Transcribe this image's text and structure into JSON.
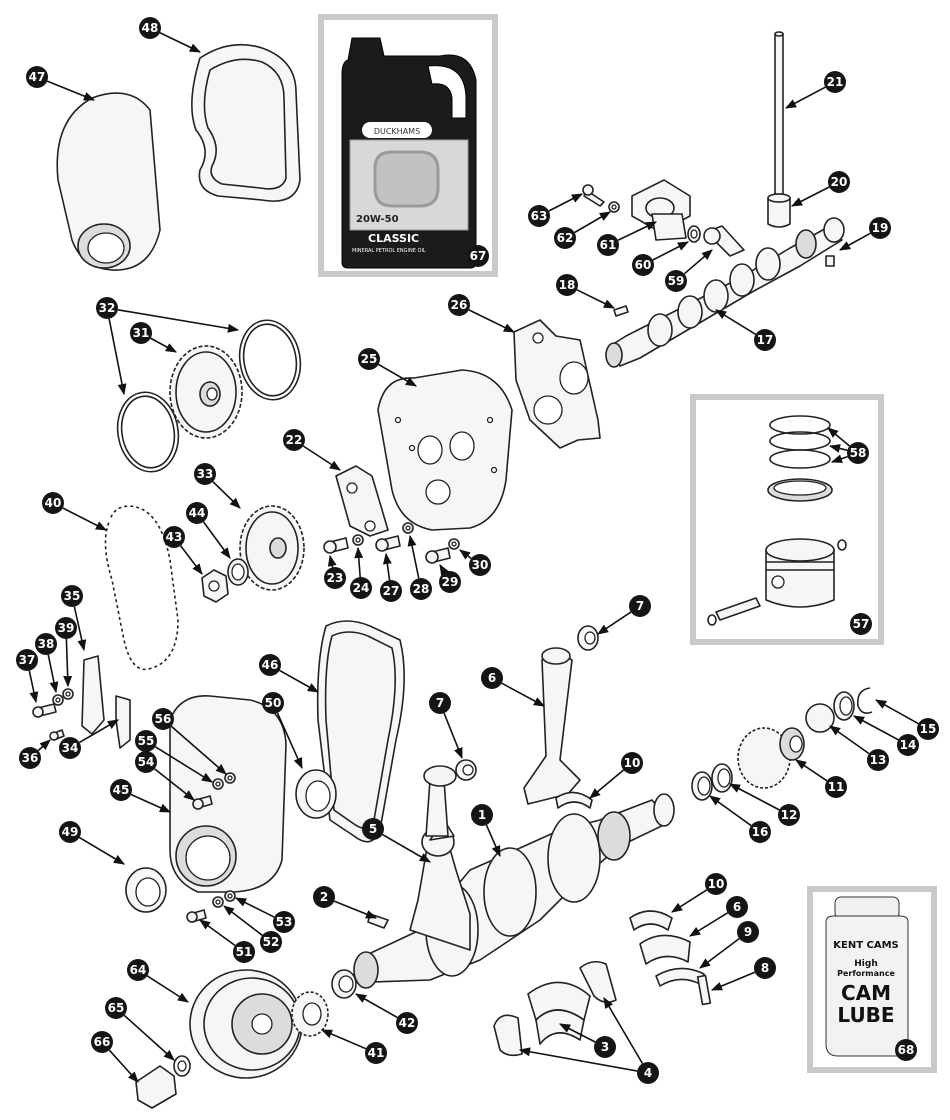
{
  "palette": {
    "ink": "#151515",
    "inset_border": "#c9c9c9",
    "bottle": "#1b1b1b",
    "bottle_label": "#d8d8d8",
    "lube_body": "#f2f2f2"
  },
  "oil_bottle": {
    "brand": "DUCKHAMS",
    "grade": "20W-50",
    "line1": "CLASSIC",
    "line2": "MINERAL PETROL ENGINE OIL"
  },
  "cam_lube": {
    "brand": "KENT CAMS",
    "line1": "High",
    "line2": "Performance",
    "line3": "CAM",
    "line4": "LUBE"
  },
  "callouts": [
    {
      "id": "c1",
      "label": "1"
    },
    {
      "id": "c2",
      "label": "2"
    },
    {
      "id": "c3",
      "label": "3"
    },
    {
      "id": "c4",
      "label": "4"
    },
    {
      "id": "c5",
      "label": "5"
    },
    {
      "id": "c6a",
      "label": "6"
    },
    {
      "id": "c6b",
      "label": "6"
    },
    {
      "id": "c7a",
      "label": "7"
    },
    {
      "id": "c7b",
      "label": "7"
    },
    {
      "id": "c8",
      "label": "8"
    },
    {
      "id": "c9",
      "label": "9"
    },
    {
      "id": "c10a",
      "label": "10"
    },
    {
      "id": "c10b",
      "label": "10"
    },
    {
      "id": "c11",
      "label": "11"
    },
    {
      "id": "c12",
      "label": "12"
    },
    {
      "id": "c13",
      "label": "13"
    },
    {
      "id": "c14",
      "label": "14"
    },
    {
      "id": "c15",
      "label": "15"
    },
    {
      "id": "c16",
      "label": "16"
    },
    {
      "id": "c17",
      "label": "17"
    },
    {
      "id": "c18",
      "label": "18"
    },
    {
      "id": "c19",
      "label": "19"
    },
    {
      "id": "c20",
      "label": "20"
    },
    {
      "id": "c21",
      "label": "21"
    },
    {
      "id": "c22",
      "label": "22"
    },
    {
      "id": "c23",
      "label": "23"
    },
    {
      "id": "c24",
      "label": "24"
    },
    {
      "id": "c25",
      "label": "25"
    },
    {
      "id": "c26",
      "label": "26"
    },
    {
      "id": "c27",
      "label": "27"
    },
    {
      "id": "c28",
      "label": "28"
    },
    {
      "id": "c29",
      "label": "29"
    },
    {
      "id": "c30",
      "label": "30"
    },
    {
      "id": "c31",
      "label": "31"
    },
    {
      "id": "c32",
      "label": "32"
    },
    {
      "id": "c33",
      "label": "33"
    },
    {
      "id": "c34",
      "label": "34"
    },
    {
      "id": "c35",
      "label": "35"
    },
    {
      "id": "c36",
      "label": "36"
    },
    {
      "id": "c37",
      "label": "37"
    },
    {
      "id": "c38",
      "label": "38"
    },
    {
      "id": "c39",
      "label": "39"
    },
    {
      "id": "c40",
      "label": "40"
    },
    {
      "id": "c41",
      "label": "41"
    },
    {
      "id": "c42",
      "label": "42"
    },
    {
      "id": "c43",
      "label": "43"
    },
    {
      "id": "c44",
      "label": "44"
    },
    {
      "id": "c45",
      "label": "45"
    },
    {
      "id": "c46",
      "label": "46"
    },
    {
      "id": "c47",
      "label": "47"
    },
    {
      "id": "c48",
      "label": "48"
    },
    {
      "id": "c49",
      "label": "49"
    },
    {
      "id": "c50",
      "label": "50"
    },
    {
      "id": "c51",
      "label": "51"
    },
    {
      "id": "c52",
      "label": "52"
    },
    {
      "id": "c53",
      "label": "53"
    },
    {
      "id": "c54",
      "label": "54"
    },
    {
      "id": "c55",
      "label": "55"
    },
    {
      "id": "c56",
      "label": "56"
    },
    {
      "id": "c57",
      "label": "57"
    },
    {
      "id": "c58",
      "label": "58"
    },
    {
      "id": "c59",
      "label": "59"
    },
    {
      "id": "c60",
      "label": "60"
    },
    {
      "id": "c61",
      "label": "61"
    },
    {
      "id": "c62",
      "label": "62"
    },
    {
      "id": "c63",
      "label": "63"
    },
    {
      "id": "c64",
      "label": "64"
    },
    {
      "id": "c65",
      "label": "65"
    },
    {
      "id": "c66",
      "label": "66"
    },
    {
      "id": "c67",
      "label": "67"
    },
    {
      "id": "c68",
      "label": "68"
    }
  ]
}
